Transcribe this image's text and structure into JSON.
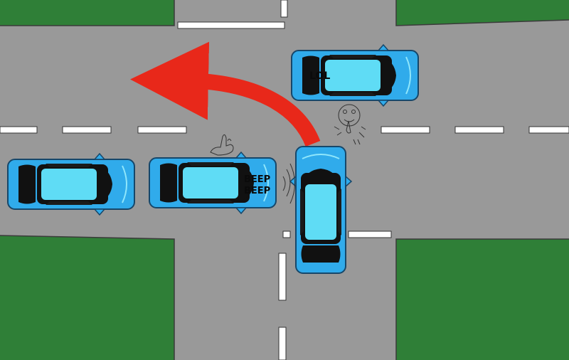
{
  "colors": {
    "road": "#999999",
    "grass": "#2f7f37",
    "lane_marking": "#ffffff",
    "car_body": "#30abeb",
    "car_glass": "#5fdcf5",
    "car_dark": "#111111",
    "arrow": "#e8281a",
    "sketch": "#333333"
  },
  "cars": [
    {
      "id": "oncoming-car",
      "heading": "east",
      "label_lines": [
        "LOL"
      ]
    },
    {
      "id": "rear-queue-car",
      "heading": "east",
      "label_lines": []
    },
    {
      "id": "honking-car",
      "heading": "east",
      "label_lines": [
        "BEEP",
        "BEEP"
      ]
    },
    {
      "id": "turning-car",
      "heading": "north",
      "label_lines": []
    }
  ],
  "annotations": {
    "arrow": "left-turn",
    "doodles": [
      "angry-hand-doodle",
      "laughing-face-doodle",
      "honk-sound-waves"
    ]
  }
}
